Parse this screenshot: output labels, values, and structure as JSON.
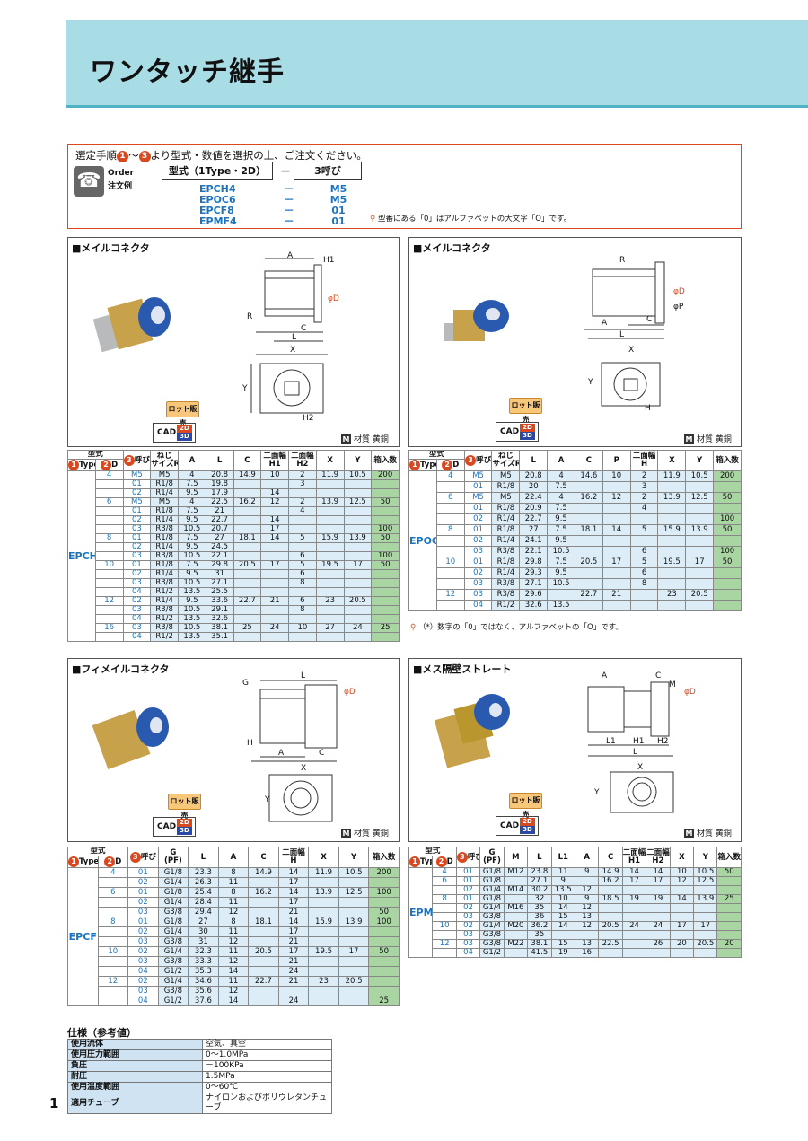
{
  "title": "ワンタッチ継手",
  "order": {
    "intro_a": "選定手順",
    "n1": "1",
    "tilde": "～",
    "n3": "3",
    "intro_b": "より型式・数値を選択の上、ご注文ください。",
    "icon_top": "Order",
    "icon_bottom": "注文例",
    "box1": "型式（1Type・2D）",
    "dash": "－",
    "box2": "3呼び",
    "rows": [
      {
        "m": "EPCH4",
        "s": "－",
        "c": "M5"
      },
      {
        "m": "EPOC6",
        "s": "－",
        "c": "M5"
      },
      {
        "m": "EPCF8",
        "s": "－",
        "c": "01"
      },
      {
        "m": "EPMF4",
        "s": "－",
        "c": "01"
      }
    ],
    "note": "型番にある「0」はアルファベットの大文字「O」です。"
  },
  "panels": [
    {
      "title": "■メイルコネクタ",
      "lot": "ロット販売",
      "cad": "CAD",
      "d2": "2D",
      "d3": "3D",
      "mat_icon": "M",
      "mat": "材質 黄銅"
    },
    {
      "title": "■メイルコネクタ",
      "lot": "ロット販売",
      "cad": "CAD",
      "d2": "2D",
      "d3": "3D",
      "mat_icon": "M",
      "mat": "材質 黄銅"
    },
    {
      "title": "■フィメイルコネクタ",
      "lot": "ロット販売",
      "cad": "CAD",
      "d2": "2D",
      "d3": "3D",
      "mat_icon": "M",
      "mat": "材質 黄銅"
    },
    {
      "title": "■メス隔壁ストレート",
      "lot": "ロット販売",
      "cad": "CAD",
      "d2": "2D",
      "d3": "3D",
      "mat_icon": "M",
      "mat": "材質 黄銅"
    }
  ],
  "dims": {
    "p1": {
      "A": "A",
      "H1": "H1",
      "phiD": "φD",
      "R": "R",
      "C": "C",
      "L": "L",
      "X": "X",
      "Y": "Y",
      "H2": "H2"
    },
    "p2": {
      "R": "R",
      "phiD": "φD",
      "phiP": "φP",
      "A": "A",
      "C": "C",
      "L": "L",
      "X": "X",
      "Y": "Y",
      "H": "H"
    },
    "p3": {
      "L": "L",
      "G": "G",
      "phiD": "φD",
      "H": "H",
      "A": "A",
      "C": "C",
      "X": "X",
      "Y": "Y"
    },
    "p4": {
      "A": "A",
      "C": "C",
      "M": "M",
      "phiD": "φD",
      "L1": "L1",
      "H1": "H1",
      "H2": "H2",
      "L": "L",
      "X": "X",
      "Y": "Y"
    }
  },
  "note_epoc": "（*）数字の「0」ではなく、アルファベットの「O」です。",
  "epch": {
    "type": "EPCH",
    "rows": [
      [
        "4",
        "M5",
        "M5",
        "4",
        "20.8",
        "14.9",
        "10",
        "2",
        "11.9",
        "10.5",
        "200"
      ],
      [
        "",
        "01",
        "R1/8",
        "7.5",
        "19.8",
        "",
        "",
        "3",
        "",
        "",
        ""
      ],
      [
        "",
        "02",
        "R1/4",
        "9.5",
        "17.9",
        "",
        "14",
        "",
        "",
        "",
        ""
      ],
      [
        "6",
        "M5",
        "M5",
        "4",
        "22.5",
        "16.2",
        "12",
        "2",
        "13.9",
        "12.5",
        "50"
      ],
      [
        "",
        "01",
        "R1/8",
        "7.5",
        "21",
        "",
        "",
        "4",
        "",
        "",
        ""
      ],
      [
        "",
        "02",
        "R1/4",
        "9.5",
        "22.7",
        "",
        "14",
        "",
        "",
        "",
        ""
      ],
      [
        "",
        "03",
        "R3/8",
        "10.5",
        "20.7",
        "",
        "17",
        "",
        "",
        "",
        "100"
      ],
      [
        "8",
        "01",
        "R1/8",
        "7.5",
        "27",
        "18.1",
        "14",
        "5",
        "15.9",
        "13.9",
        "50"
      ],
      [
        "",
        "02",
        "R1/4",
        "9.5",
        "24.5",
        "",
        "",
        "",
        "",
        "",
        ""
      ],
      [
        "",
        "03",
        "R3/8",
        "10.5",
        "22.1",
        "",
        "",
        "6",
        "",
        "",
        "100"
      ],
      [
        "10",
        "01",
        "R1/8",
        "7.5",
        "29.8",
        "20.5",
        "17",
        "5",
        "19.5",
        "17",
        "50"
      ],
      [
        "",
        "02",
        "R1/4",
        "9.5",
        "31",
        "",
        "",
        "6",
        "",
        "",
        ""
      ],
      [
        "",
        "03",
        "R3/8",
        "10.5",
        "27.1",
        "",
        "",
        "8",
        "",
        "",
        ""
      ],
      [
        "",
        "04",
        "R1/2",
        "13.5",
        "25.5",
        "",
        "",
        "",
        "",
        "",
        ""
      ],
      [
        "12",
        "02",
        "R1/4",
        "9.5",
        "33.6",
        "22.7",
        "21",
        "6",
        "23",
        "20.5",
        ""
      ],
      [
        "",
        "03",
        "R3/8",
        "10.5",
        "29.1",
        "",
        "",
        "8",
        "",
        "",
        ""
      ],
      [
        "",
        "04",
        "R1/2",
        "13.5",
        "32.6",
        "",
        "",
        "",
        "",
        "",
        ""
      ],
      [
        "16",
        "03",
        "R3/8",
        "10.5",
        "38.1",
        "25",
        "24",
        "10",
        "27",
        "24",
        "25"
      ],
      [
        "",
        "04",
        "R1/2",
        "13.5",
        "35.1",
        "",
        "",
        "",
        "",
        "",
        ""
      ]
    ]
  },
  "epoc": {
    "type": "EPOC*",
    "rows": [
      [
        "4",
        "M5",
        "M5",
        "20.8",
        "4",
        "14.6",
        "10",
        "2",
        "11.9",
        "10.5",
        "200"
      ],
      [
        "",
        "01",
        "R1/8",
        "20",
        "7.5",
        "",
        "",
        "3",
        "",
        "",
        ""
      ],
      [
        "6",
        "M5",
        "M5",
        "22.4",
        "4",
        "16.2",
        "12",
        "2",
        "13.9",
        "12.5",
        "50"
      ],
      [
        "",
        "01",
        "R1/8",
        "20.9",
        "7.5",
        "",
        "",
        "4",
        "",
        "",
        ""
      ],
      [
        "",
        "02",
        "R1/4",
        "22.7",
        "9.5",
        "",
        "",
        "",
        "",
        "",
        "100"
      ],
      [
        "8",
        "01",
        "R1/8",
        "27",
        "7.5",
        "18.1",
        "14",
        "5",
        "15.9",
        "13.9",
        "50"
      ],
      [
        "",
        "02",
        "R1/4",
        "24.1",
        "9.5",
        "",
        "",
        "",
        "",
        "",
        ""
      ],
      [
        "",
        "03",
        "R3/8",
        "22.1",
        "10.5",
        "",
        "",
        "6",
        "",
        "",
        "100"
      ],
      [
        "10",
        "01",
        "R1/8",
        "29.8",
        "7.5",
        "20.5",
        "17",
        "5",
        "19.5",
        "17",
        "50"
      ],
      [
        "",
        "02",
        "R1/4",
        "29.3",
        "9.5",
        "",
        "",
        "6",
        "",
        "",
        ""
      ],
      [
        "",
        "03",
        "R3/8",
        "27.1",
        "10.5",
        "",
        "",
        "8",
        "",
        "",
        ""
      ],
      [
        "12",
        "03",
        "R3/8",
        "29.6",
        "",
        "22.7",
        "21",
        "",
        "23",
        "20.5",
        ""
      ],
      [
        "",
        "04",
        "R1/2",
        "32.6",
        "13.5",
        "",
        "",
        "",
        "",
        "",
        ""
      ]
    ]
  },
  "epcf": {
    "type": "EPCF",
    "rows": [
      [
        "4",
        "01",
        "G1/8",
        "23.3",
        "8",
        "14.9",
        "14",
        "11.9",
        "10.5",
        "200"
      ],
      [
        "",
        "02",
        "G1/4",
        "26.3",
        "11",
        "",
        "17",
        "",
        "",
        ""
      ],
      [
        "6",
        "01",
        "G1/8",
        "25.4",
        "8",
        "16.2",
        "14",
        "13.9",
        "12.5",
        "100"
      ],
      [
        "",
        "02",
        "G1/4",
        "28.4",
        "11",
        "",
        "17",
        "",
        "",
        ""
      ],
      [
        "",
        "03",
        "G3/8",
        "29.4",
        "12",
        "",
        "21",
        "",
        "",
        "50"
      ],
      [
        "8",
        "01",
        "G1/8",
        "27",
        "8",
        "18.1",
        "14",
        "15.9",
        "13.9",
        "100"
      ],
      [
        "",
        "02",
        "G1/4",
        "30",
        "11",
        "",
        "17",
        "",
        "",
        ""
      ],
      [
        "",
        "03",
        "G3/8",
        "31",
        "12",
        "",
        "21",
        "",
        "",
        ""
      ],
      [
        "10",
        "02",
        "G1/4",
        "32.3",
        "11",
        "20.5",
        "17",
        "19.5",
        "17",
        "50"
      ],
      [
        "",
        "03",
        "G3/8",
        "33.3",
        "12",
        "",
        "21",
        "",
        "",
        ""
      ],
      [
        "",
        "04",
        "G1/2",
        "35.3",
        "14",
        "",
        "24",
        "",
        "",
        ""
      ],
      [
        "12",
        "02",
        "G1/4",
        "34.6",
        "11",
        "22.7",
        "21",
        "23",
        "20.5",
        ""
      ],
      [
        "",
        "03",
        "G3/8",
        "35.6",
        "12",
        "",
        "",
        "",
        "",
        ""
      ],
      [
        "",
        "04",
        "G1/2",
        "37.6",
        "14",
        "",
        "24",
        "",
        "",
        "25"
      ]
    ]
  },
  "epmf": {
    "type": "EPMF",
    "rows": [
      [
        "4",
        "01",
        "G1/8",
        "M12",
        "23.8",
        "11",
        "9",
        "14.9",
        "14",
        "14",
        "10",
        "10.5",
        "50"
      ],
      [
        "6",
        "01",
        "G1/8",
        "",
        "27.1",
        "9",
        "",
        "16.2",
        "17",
        "17",
        "12",
        "12.5",
        ""
      ],
      [
        "",
        "02",
        "G1/4",
        "M14",
        "30.2",
        "13.5",
        "12",
        "",
        "",
        "",
        "",
        "",
        ""
      ],
      [
        "8",
        "01",
        "G1/8",
        "",
        "32",
        "10",
        "9",
        "18.5",
        "19",
        "19",
        "14",
        "13.9",
        "25"
      ],
      [
        "",
        "02",
        "G1/4",
        "M16",
        "35",
        "14",
        "12",
        "",
        "",
        "",
        "",
        "",
        ""
      ],
      [
        "",
        "03",
        "G3/8",
        "",
        "36",
        "15",
        "13",
        "",
        "",
        "",
        "",
        "",
        ""
      ],
      [
        "10",
        "02",
        "G1/4",
        "M20",
        "36.2",
        "14",
        "12",
        "20.5",
        "24",
        "24",
        "17",
        "17",
        ""
      ],
      [
        "",
        "03",
        "G3/8",
        "",
        "35",
        "",
        "",
        "",
        "",
        "",
        "",
        "",
        ""
      ],
      [
        "12",
        "03",
        "G3/8",
        "M22",
        "38.1",
        "15",
        "13",
        "22.5",
        "",
        "26",
        "20",
        "20.5",
        "20"
      ],
      [
        "",
        "04",
        "G1/2",
        "",
        "41.5",
        "19",
        "16",
        "",
        "",
        "",
        "",
        "",
        ""
      ]
    ]
  },
  "headers": {
    "katashiki": "型式",
    "type": "Type",
    "d": "D",
    "yobi": "呼び",
    "neji": "ねじ",
    "size": "サイズR",
    "A": "A",
    "L": "L",
    "C": "C",
    "P": "P",
    "nimen": "二面幅",
    "H1": "H1",
    "H2": "H2",
    "H": "H",
    "X": "X",
    "Y": "Y",
    "hako": "箱入数",
    "G": "G",
    "PF": "(PF)",
    "M": "M",
    "L1": "L1",
    "n1": "1",
    "n2": "2",
    "n3": "3"
  },
  "spec": {
    "title": "仕様（参考値）",
    "rows": [
      [
        "使用流体",
        "空気、真空"
      ],
      [
        "使用圧力範囲",
        "0～1.0MPa"
      ],
      [
        "負圧",
        "－100KPa"
      ],
      [
        "耐圧",
        "1.5MPa"
      ],
      [
        "使用温度範囲",
        "0～60℃"
      ],
      [
        "適用チューブ",
        "ナイロンおよびポリウレタンチューブ"
      ]
    ]
  },
  "page_number": "1"
}
